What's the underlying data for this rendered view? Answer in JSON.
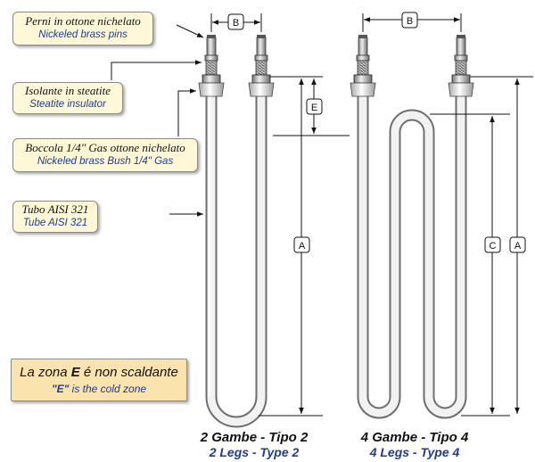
{
  "labels": {
    "pins": {
      "it": "Perni in ottone nichelato",
      "en": "Nickeled brass pins"
    },
    "insulator": {
      "it": "Isolante in steatite",
      "en": "Steatite insulator"
    },
    "bush": {
      "it": "Boccola 1/4\" Gas ottone nichelato",
      "en": "Nickeled brass Bush 1/4\" Gas"
    },
    "tube": {
      "it": "Tubo AISI 321",
      "en": "Tube AISI 321"
    }
  },
  "note": {
    "pre": "La zona ",
    "bold": "E",
    "post": " é non scaldante",
    "en_bold": "\"E\"",
    "en_post": " is the cold zone"
  },
  "captions": {
    "type2": {
      "it": "2 Gambe - Tipo 2",
      "en": "2 Legs - Type 2"
    },
    "type4": {
      "it": "4 Gambe - Tipo 4",
      "en": "4 Legs - Type 4"
    }
  },
  "dimensions": {
    "b": "B",
    "e": "E",
    "a": "A",
    "c": "C"
  },
  "colors": {
    "label_bg": "#fff8d6",
    "note_bg": "#fbe3ae",
    "english_text": "#1d3b9a"
  }
}
